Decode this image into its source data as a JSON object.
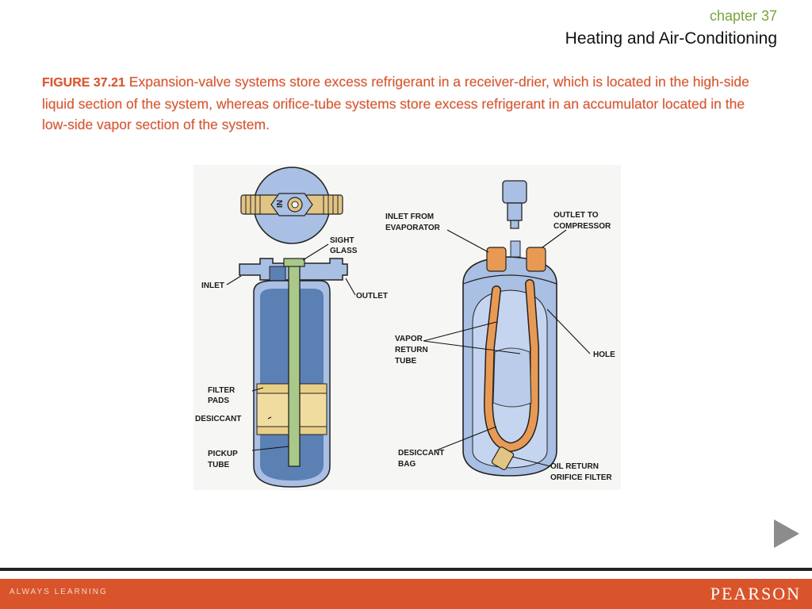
{
  "header": {
    "chapter": "chapter 37",
    "subject": "Heating and Air-Conditioning"
  },
  "caption": {
    "figure_number": "FIGURE 37.21",
    "text": " Expansion-valve systems store excess refrigerant in a receiver-drier, which is located in the high-side liquid section of the system, whereas orifice-tube systems store excess refrigerant in an accumulator located in the low-side vapor section of the system."
  },
  "diagram": {
    "receiver_drier": {
      "sight_glass_marking": "IN",
      "labels": {
        "sight": "SIGHT",
        "glass": "GLASS",
        "inlet": "INLET",
        "outlet": "OUTLET",
        "filter": "FILTER",
        "pads": "PADS",
        "desiccant": "DESICCANT",
        "pickup": "PICKUP",
        "tube": "TUBE"
      }
    },
    "accumulator": {
      "labels": {
        "inlet_from": "INLET FROM",
        "evaporator": "EVAPORATOR",
        "outlet_to": "OUTLET TO",
        "compressor": "COMPRESSOR",
        "vapor": "VAPOR",
        "return": "RETURN",
        "tube": "TUBE",
        "hole": "HOLE",
        "desiccant": "DESICCANT",
        "bag": "BAG",
        "oil_return": "OIL RETURN",
        "orifice_filter": "ORIFICE FILTER"
      }
    }
  },
  "navigation": {
    "next_icon": "play-arrow-icon"
  },
  "footer": {
    "tagline": "ALWAYS LEARNING",
    "brand": "PEARSON"
  },
  "colors": {
    "accent_orange": "#d9542a",
    "chapter_green": "#7aa33a",
    "liquid_blue": "#5b80b4",
    "body_blue": "#a9bfe3",
    "desiccant_yellow": "#f1dca0",
    "tube_green": "#a9c88a",
    "tube_orange": "#e89a55"
  }
}
